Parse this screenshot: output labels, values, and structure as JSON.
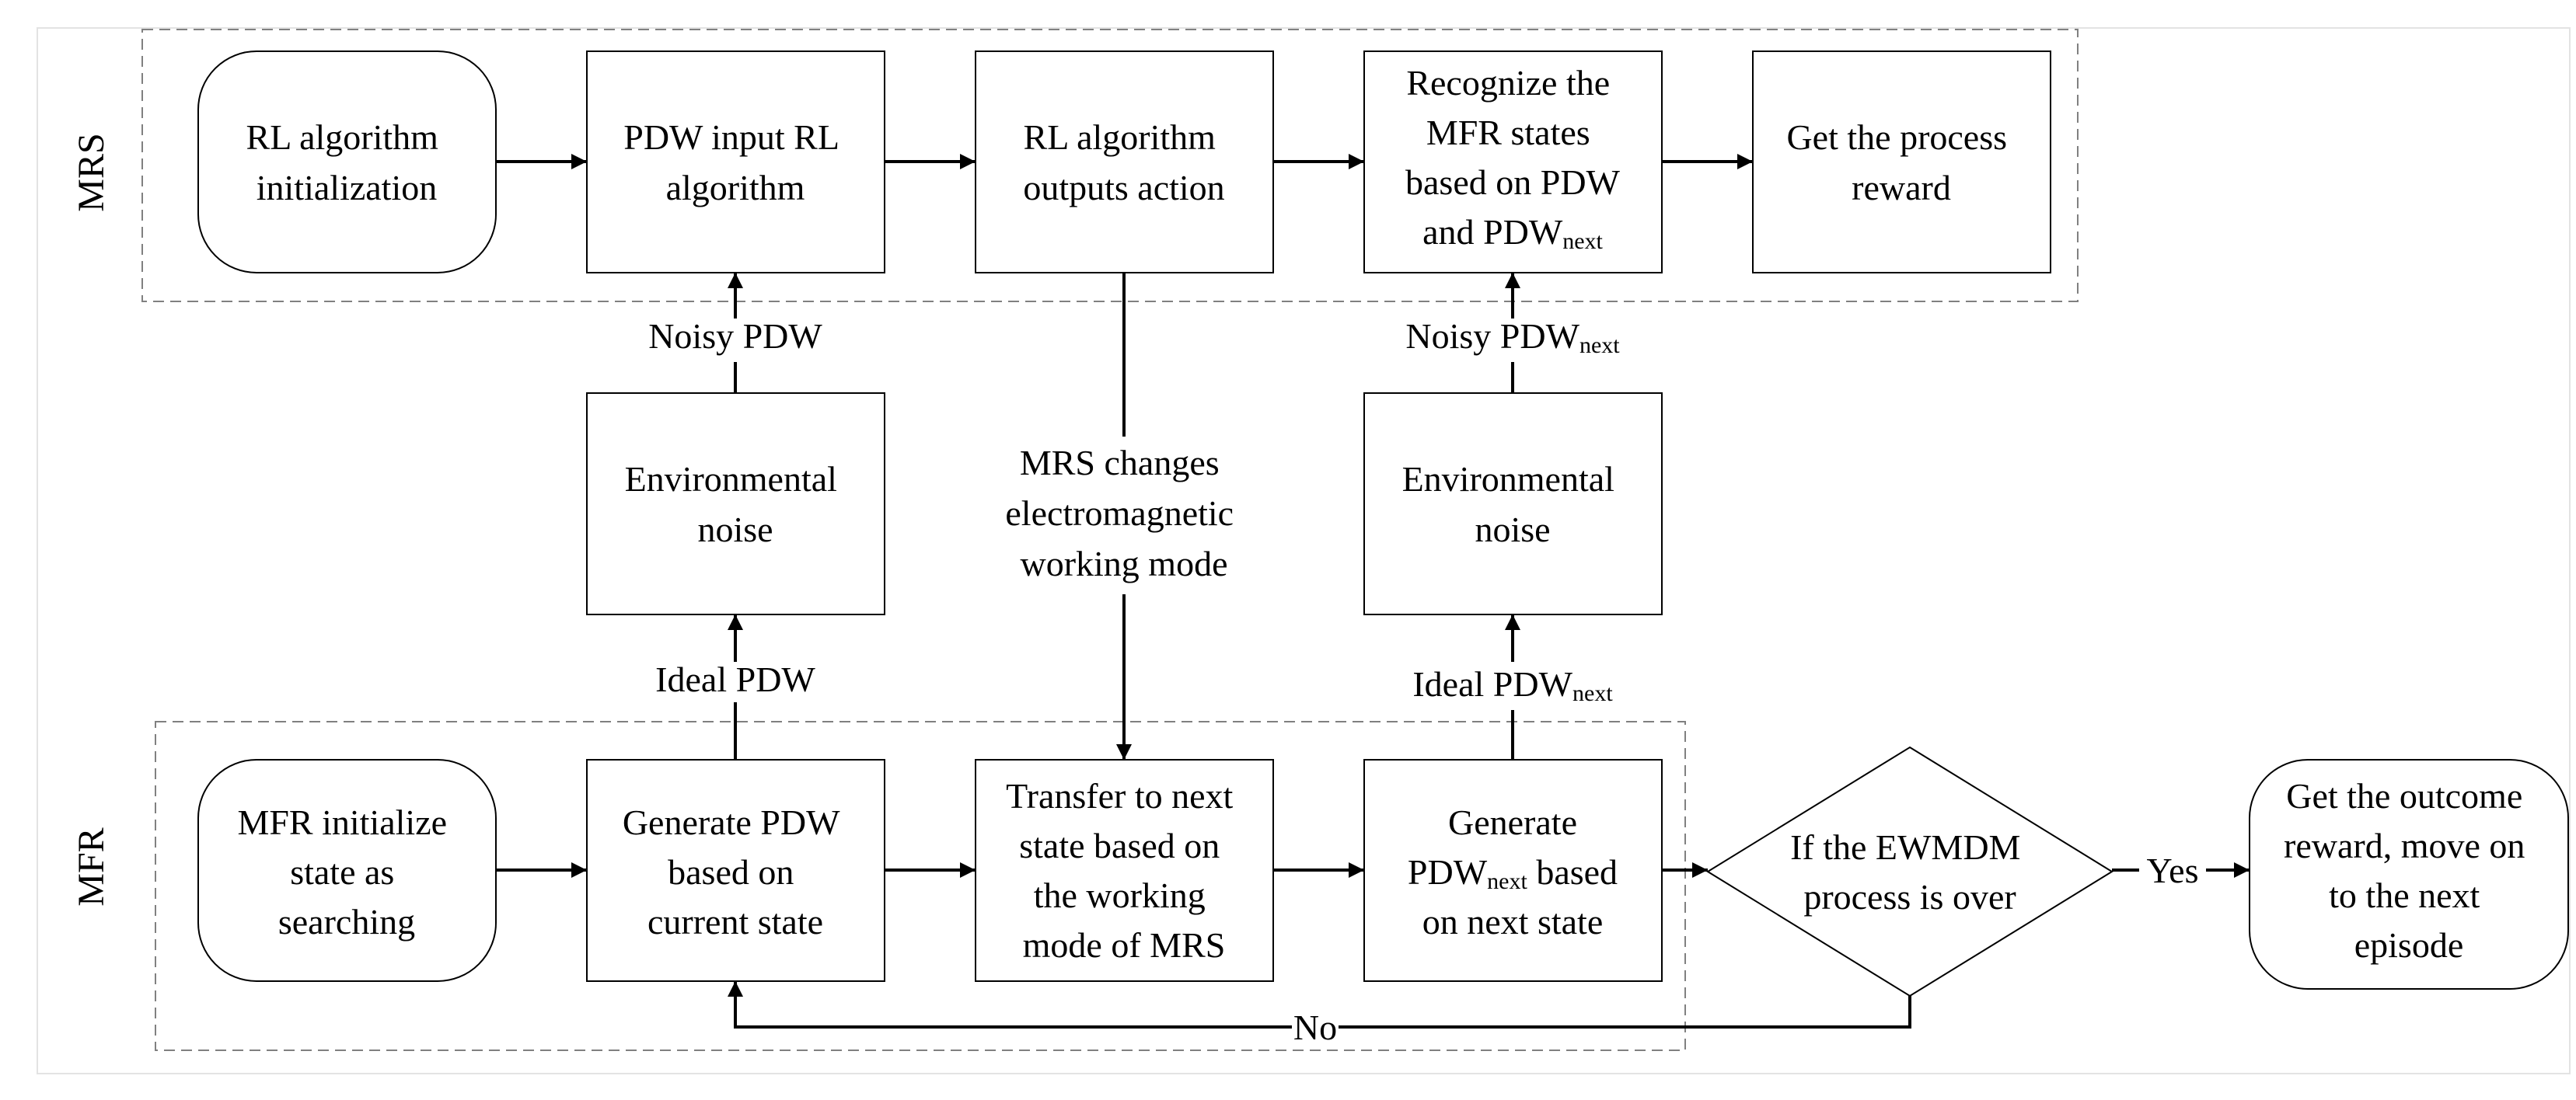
{
  "groups": {
    "mrs": "MRS",
    "mfr": "MFR"
  },
  "nodes": {
    "rl_init": {
      "lines": [
        "RL algorithm",
        "initialization"
      ]
    },
    "pdw_input": {
      "lines": [
        "PDW input RL",
        "algorithm"
      ]
    },
    "rl_output": {
      "lines": [
        "RL algorithm",
        "outputs action"
      ]
    },
    "recognize": {
      "lines": [
        "Recognize the",
        "MFR states",
        "based on PDW"
      ],
      "line4": "and PDW",
      "line4_sub": "next"
    },
    "process_reward": {
      "lines": [
        "Get the process",
        "reward"
      ]
    },
    "env_noise_1": {
      "lines": [
        "Environmental",
        "noise"
      ]
    },
    "env_noise_2": {
      "lines": [
        "Environmental",
        "noise"
      ]
    },
    "mrs_changes": {
      "lines": [
        "MRS changes",
        "electromagnetic",
        "working mode"
      ]
    },
    "mfr_init": {
      "lines": [
        "MFR initialize",
        "state as",
        "searching"
      ]
    },
    "generate_pdw": {
      "lines": [
        "Generate PDW",
        "based on",
        "current state"
      ]
    },
    "transfer": {
      "lines": [
        "Transfer to next",
        "state based on",
        "the working",
        "mode of MRS"
      ]
    },
    "generate_next": {
      "line1": "Generate",
      "line2": "PDW",
      "line2_sub": "next",
      "line2_tail": " based",
      "line3": "on next state"
    },
    "decision": {
      "lines": [
        "If the EWMDM",
        "process is over"
      ]
    },
    "outcome": {
      "lines": [
        "Get the outcome",
        "reward, move on",
        "to the next",
        "episode"
      ]
    }
  },
  "edge_labels": {
    "noisy_pdw": "Noisy PDW",
    "noisy_pdw_next": "Noisy PDW",
    "noisy_pdw_next_sub": "next",
    "ideal_pdw": "Ideal PDW",
    "ideal_pdw_next": "Ideal PDW",
    "ideal_pdw_next_sub": "next",
    "yes": "Yes",
    "no": "No"
  }
}
